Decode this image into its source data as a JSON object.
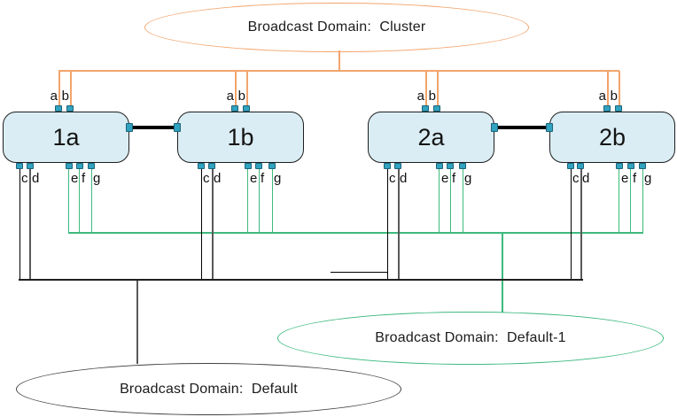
{
  "broadcast_domains": {
    "cluster": {
      "label": "Broadcast Domain:  Cluster",
      "color": "#F2A46C",
      "member_ports": [
        "a",
        "b"
      ]
    },
    "default_1": {
      "label": "Broadcast Domain:  Default-1",
      "color": "#3DBA7E",
      "member_ports": [
        "e",
        "f",
        "g"
      ]
    },
    "default": {
      "label": "Broadcast Domain:  Default",
      "color": "#404040",
      "member_ports": [
        "c",
        "d"
      ]
    }
  },
  "nodes": [
    {
      "id": "1a",
      "label": "1a",
      "top_ports": [
        "a",
        "b"
      ],
      "bottom_ports": [
        "c",
        "d",
        "e",
        "f",
        "g"
      ]
    },
    {
      "id": "1b",
      "label": "1b",
      "top_ports": [
        "a",
        "b"
      ],
      "bottom_ports": [
        "c",
        "d",
        "e",
        "f",
        "g"
      ]
    },
    {
      "id": "2a",
      "label": "2a",
      "top_ports": [
        "a",
        "b"
      ],
      "bottom_ports": [
        "c",
        "d",
        "e",
        "f",
        "g"
      ]
    },
    {
      "id": "2b",
      "label": "2b",
      "top_ports": [
        "a",
        "b"
      ],
      "bottom_ports": [
        "c",
        "d",
        "e",
        "f",
        "g"
      ]
    }
  ],
  "ha_links": [
    [
      "1a",
      "1b"
    ],
    [
      "2a",
      "2b"
    ]
  ],
  "colors": {
    "node_fill": "#DAEDF4",
    "node_border": "#1E1E1E",
    "port_fill": "#31A2C0",
    "port_border": "#1A6378",
    "cluster_cable": "#F2A46C",
    "default1_cable": "#3DBA7E",
    "cable_c": "#000000",
    "cable_d": "#595959",
    "ha_link": "#000000"
  }
}
